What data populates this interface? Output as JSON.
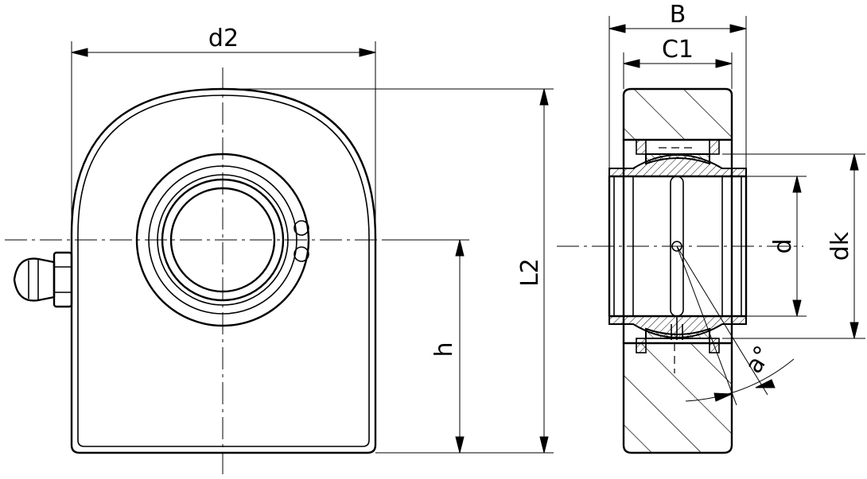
{
  "dimensions": {
    "d2": "d2",
    "L2": "L2",
    "h": "h",
    "B": "B",
    "C1": "C1",
    "d": "d",
    "dk": "dk",
    "alpha": "a°"
  }
}
